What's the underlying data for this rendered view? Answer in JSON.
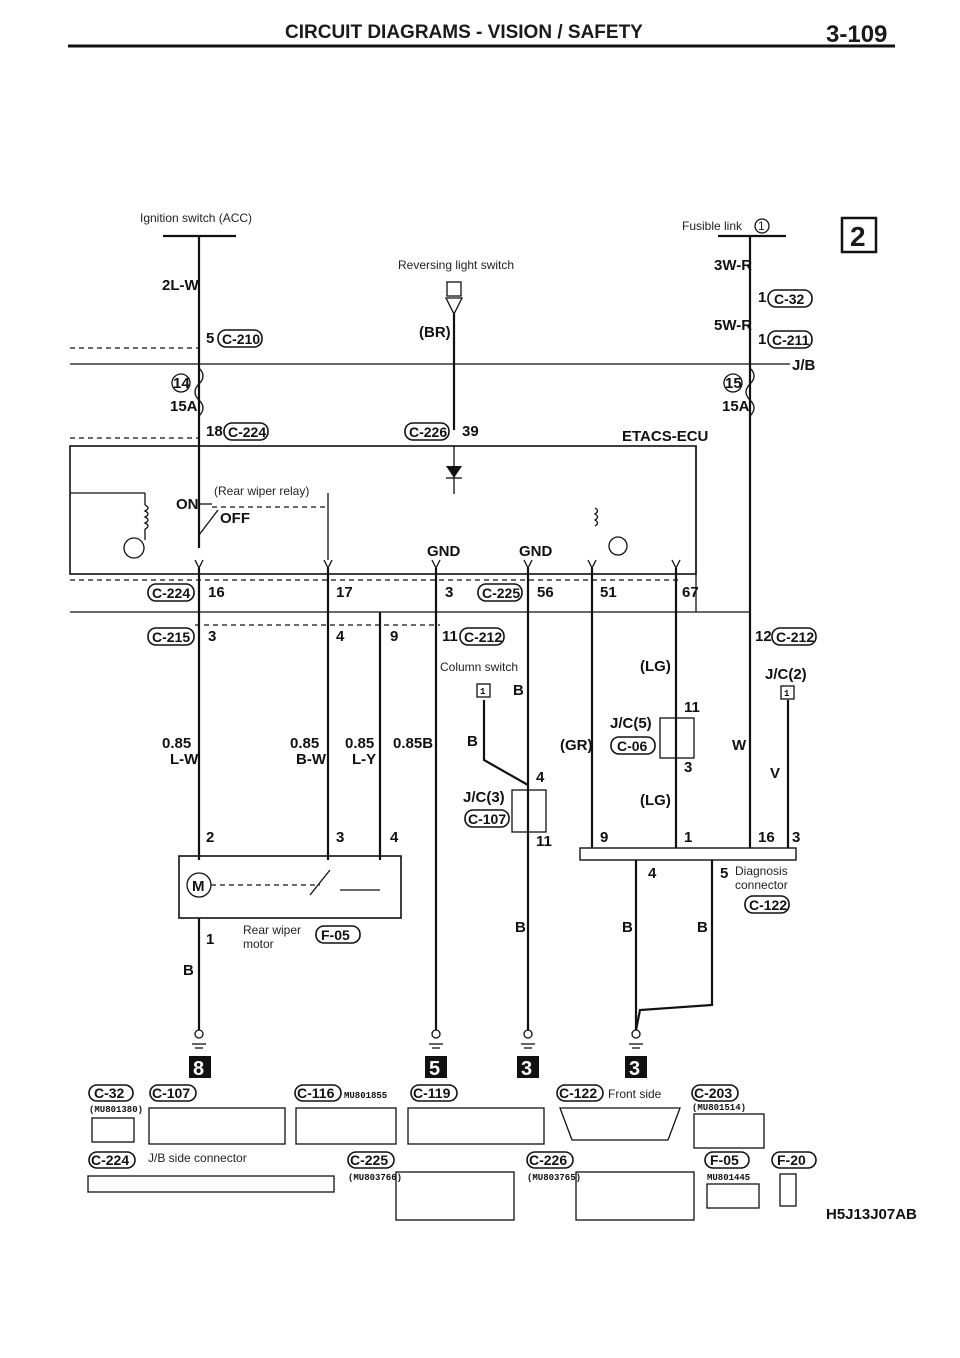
{
  "header": {
    "title": "CIRCUIT DIAGRAMS - VISION / SAFETY",
    "page": "3-109"
  },
  "section_marker": "2",
  "figure_code": "H5J13J07AB",
  "captions": {
    "ignition": "Ignition switch (ACC)",
    "fusible": "Fusible link",
    "fusible_num": "1",
    "reversing": "Reversing light switch",
    "rear_relay": "(Rear wiper relay)",
    "column_switch": "Column switch",
    "diagnosis": [
      "Diagnosis",
      "connector"
    ],
    "rear_motor": [
      "Rear wiper",
      "motor"
    ],
    "jb_side": "J/B side connector",
    "front_side": "Front side"
  },
  "wire_labels": {
    "w_2lw": "2L-W",
    "w_3wr": "3W-R",
    "w_5wr": "5W-R",
    "w_br": "(BR)",
    "jb": "J/B",
    "etacs": "ETACS-ECU",
    "fuse14": "14",
    "fuse15": "15",
    "amp14": "15A",
    "amp15": "15A",
    "on": "ON",
    "off": "OFF",
    "gnd1": "GND",
    "gnd2": "GND",
    "s1": "0.85",
    "s1c": "L-W",
    "s2": "0.85",
    "s2c": "B-W",
    "s3": "0.85",
    "s3c": "L-Y",
    "s4": "0.85B",
    "b1": "B",
    "b2": "B",
    "b3": "B",
    "b4": "B",
    "b5": "B",
    "b6": "B",
    "lg1": "(LG)",
    "lg2": "(LG)",
    "gr": "(GR)",
    "w": "W",
    "v": "V",
    "jc5": "J/C(5)",
    "jc3": "J/C(3)",
    "jc2": "J/C(2)",
    "m": "M"
  },
  "pins": {
    "p5": "5",
    "p18": "18",
    "p39": "39",
    "p1a": "1",
    "p1b": "1",
    "p16": "16",
    "p17": "17",
    "p3a": "3",
    "p56": "56",
    "p51": "51",
    "p67": "67",
    "p3b": "3",
    "p4a": "4",
    "p9a": "9",
    "p11a": "11",
    "p12": "12",
    "p11b": "11",
    "p3c": "3",
    "p4b": "4",
    "p11c": "11",
    "p2": "2",
    "p3d": "3",
    "p4c": "4",
    "p9b": "9",
    "p1c": "1",
    "p16b": "16",
    "p3e": "3",
    "p4d": "4",
    "p5b": "5",
    "p1d": "1",
    "col_1": "1",
    "jc2_1": "1"
  },
  "connectors": {
    "c210": "C-210",
    "c224": "C-224",
    "c226": "C-226",
    "c32": "C-32",
    "c211": "C-211",
    "c224b": "C-224",
    "c225": "C-225",
    "c215": "C-215",
    "c212": "C-212",
    "c212b": "C-212",
    "c06": "C-06",
    "c107": "C-107",
    "c122": "C-122",
    "f05": "F-05",
    "r_c32": "C-32",
    "r_c107": "C-107",
    "r_c116": "C-116",
    "r_c119": "C-119",
    "r_c122": "C-122",
    "r_c203": "C-203",
    "r_c224": "C-224",
    "r_c225": "C-225",
    "r_c226": "C-226",
    "r_f05": "F-05",
    "r_f20": "F-20"
  },
  "part_numbers": {
    "mu801380": "(MU801380)",
    "mu801855": "MU801855",
    "mu801514": "(MU801514)",
    "mu803766": "(MU803766)",
    "mu803765": "(MU803765)",
    "mu801445": "MU801445"
  },
  "ground_sections": [
    "8",
    "5",
    "3",
    "3"
  ]
}
